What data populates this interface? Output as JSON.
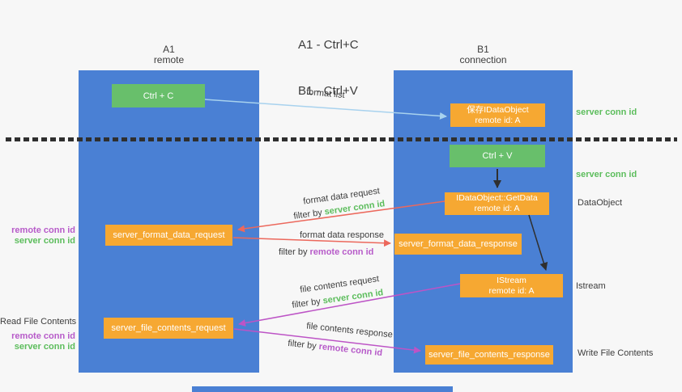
{
  "title": {
    "line1": "A1 - Ctrl+C",
    "line2": "B1 - Ctrl+V"
  },
  "headers": {
    "left_id": "A1",
    "left_role": "remote",
    "right_id": "B1",
    "right_role": "connection"
  },
  "nodes": {
    "ctrl_c": "Ctrl + C",
    "ctrl_v": "Ctrl + V",
    "save_idataobject_line1": "保存IDataObject",
    "save_idataobject_line2": "remote id: A",
    "getdata_line1": "IDataObject::GetData",
    "getdata_line2": "remote id: A",
    "istream_line1": "IStream",
    "istream_line2": "remote id: A",
    "format_request": "server_format_data_request",
    "format_response": "server_format_data_response",
    "file_request": "server_file_contents_request",
    "file_response": "server_file_contents_response"
  },
  "flow_labels": {
    "format_list": "format list",
    "format_data_request": "format data request",
    "format_data_response": "format data response",
    "file_contents_request": "file contents request",
    "file_contents_response": "file contents response",
    "filter_by": "filter by ",
    "server_conn_id": "server conn id",
    "remote_conn_id": "remote conn id"
  },
  "side_labels": {
    "server_conn_id_top": "server conn id",
    "server_conn_id_mid": "server conn id",
    "dataobject": "DataObject",
    "istream": "Istream",
    "write_file_contents": "Write File Contents",
    "remote_conn_id_left1": "remote conn id",
    "server_conn_id_left1": "server conn id",
    "read_file_contents": "Read File Contents",
    "remote_conn_id_left2": "remote conn id",
    "server_conn_id_left2": "server conn id"
  },
  "colors": {
    "panel-blue": "#4a80d4",
    "box-green": "#68bf6b",
    "box-orange": "#f6a832",
    "arrow-blue": "#a8d2ee",
    "arrow-red": "#ec685c",
    "arrow-magenta": "#bd54c6",
    "arrow-black": "#2f2f2f",
    "text-dark": "#3d3d3d",
    "text-green": "#5cbd5c",
    "text-purple": "#b75bc9",
    "bg": "#f7f7f7"
  }
}
